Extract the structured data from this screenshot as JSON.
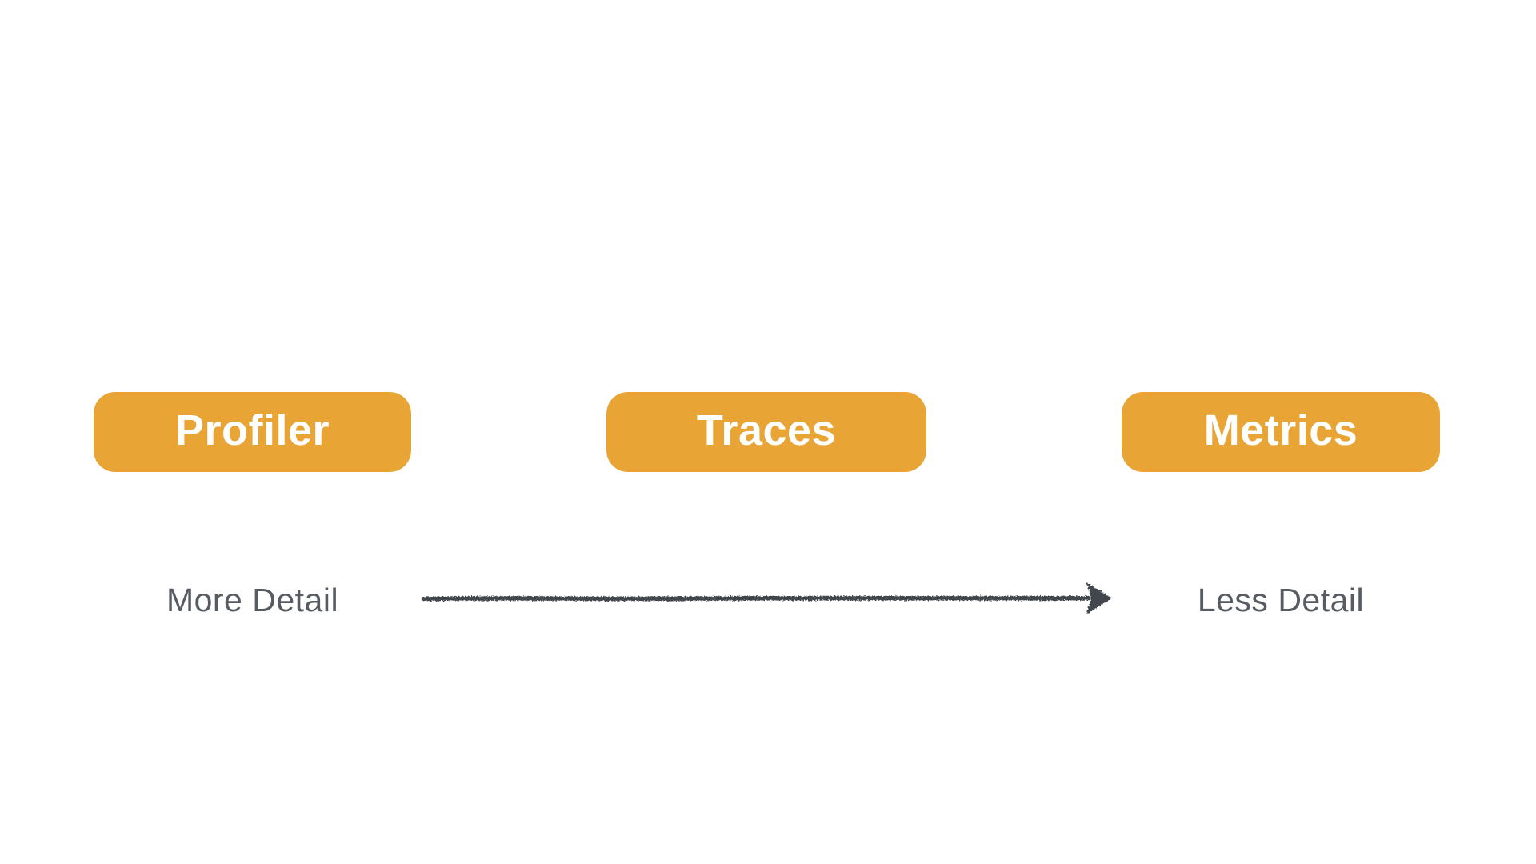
{
  "diagram": {
    "title": "",
    "background_color": "#ffffff",
    "node_fill_color": "#e8a434",
    "node_text_color": "#ffffff",
    "nodes": [
      {
        "label": "Profiler"
      },
      {
        "label": "Traces"
      },
      {
        "label": "Metrics"
      }
    ],
    "detail_axis": {
      "left_label": "More Detail",
      "right_label": "Less Detail",
      "direction": "left-to-right",
      "arrow_color": "#43474d",
      "label_color": "#575c62"
    }
  }
}
